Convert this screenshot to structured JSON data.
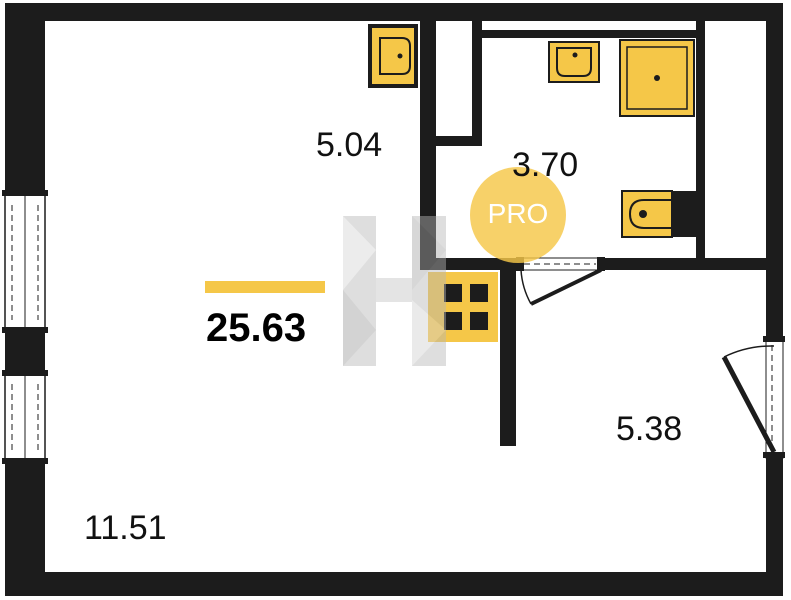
{
  "plan": {
    "total_area": "25.63",
    "rooms": [
      {
        "id": "room",
        "area": "11.51"
      },
      {
        "id": "kitchen",
        "area": "5.04"
      },
      {
        "id": "bathroom",
        "area": "3.70"
      },
      {
        "id": "hallway",
        "area": "5.38"
      }
    ],
    "badge": "PRO"
  },
  "colors": {
    "wall": "#1c1c1c",
    "fixture": "#f5c748",
    "accent_bar": "#f5c748",
    "watermark": "#c8c8c8"
  }
}
